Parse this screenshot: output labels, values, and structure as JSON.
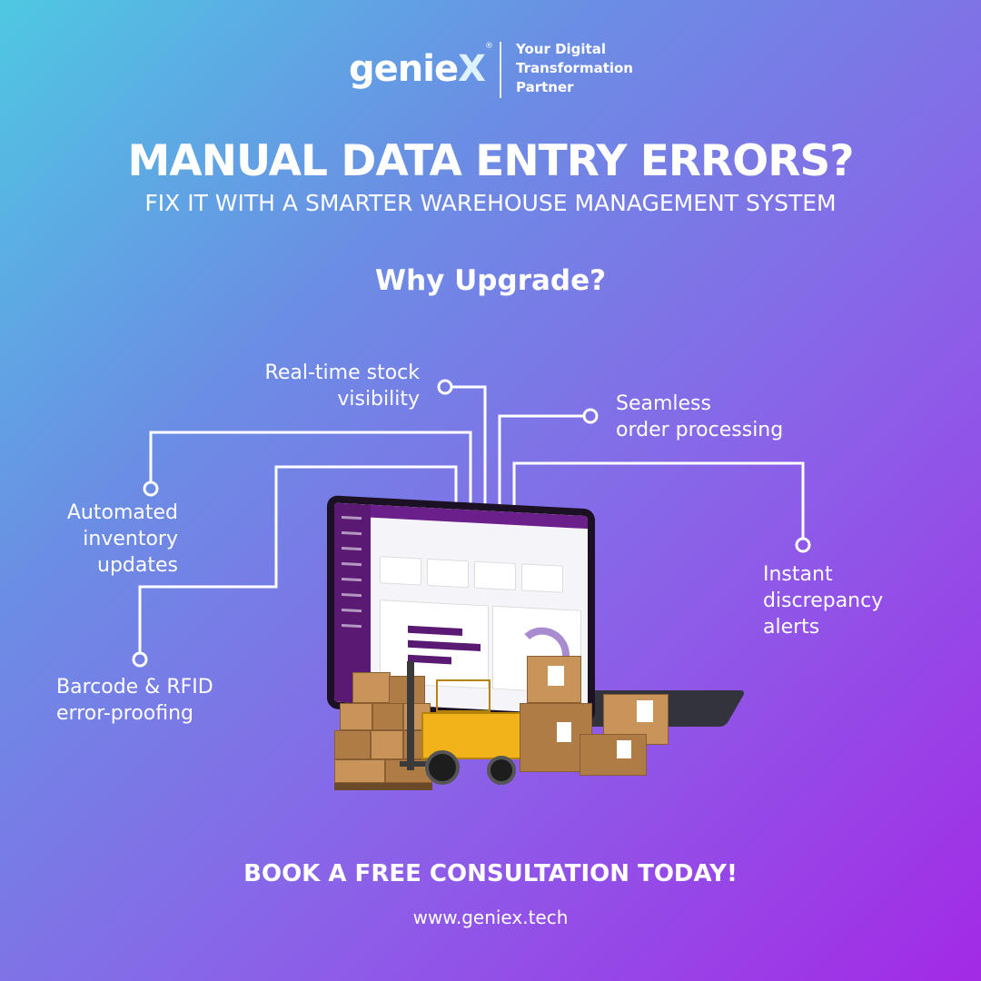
{
  "brand": {
    "logo_text": "genie",
    "logo_x": "X",
    "registered": "®",
    "tagline_lines": [
      "Your Digital",
      "Transformation",
      "Partner"
    ]
  },
  "headline": "MANUAL DATA ENTRY ERRORS?",
  "subheadline": "FIX IT WITH A SMARTER WAREHOUSE MANAGEMENT SYSTEM",
  "section_title": "Why Upgrade?",
  "features": {
    "stock": [
      "Real-time stock",
      "visibility"
    ],
    "order": [
      "Seamless",
      "order processing"
    ],
    "automated": [
      "Automated",
      "inventory",
      "updates"
    ],
    "barcode": [
      "Barcode & RFID",
      "error-proofing"
    ],
    "alerts": [
      "Instant",
      "discrepancy",
      "alerts"
    ]
  },
  "cta": "BOOK A FREE CONSULTATION TODAY!",
  "website": "www.geniex.tech",
  "colors": {
    "gradient_start": "#4ec8e2",
    "gradient_end": "#a32ae6",
    "text": "#ffffff",
    "dashboard_purple": "#5a1a74"
  }
}
